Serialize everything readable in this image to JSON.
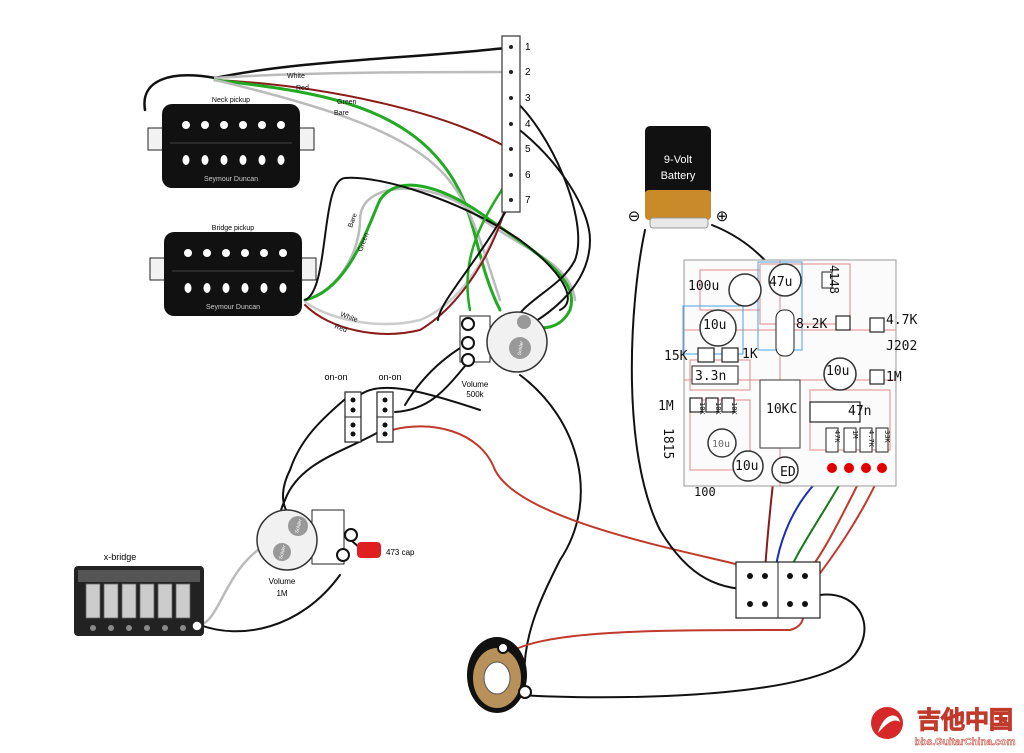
{
  "pickups": {
    "neck_label": "Neck pickup",
    "bridge_label": "Bridge pickup",
    "brand": "Seymour Duncan"
  },
  "wire_labels": {
    "neck": [
      "White",
      "Red",
      "Green",
      "Bare"
    ],
    "bridge": [
      "Bare",
      "Green",
      "White",
      "Red"
    ]
  },
  "terminal_strip": [
    "1",
    "2",
    "3",
    "4",
    "5",
    "6",
    "7"
  ],
  "battery": {
    "line1": "9-Volt",
    "line2": "Battery",
    "minus": "⊖",
    "plus": "⊕"
  },
  "switches": {
    "left": "on-on",
    "right": "on-on"
  },
  "volume_top": {
    "label": "Volume",
    "value": "500k",
    "solder": "Solder"
  },
  "volume_bottom": {
    "label": "Volume",
    "value": "1M",
    "solder": "Solder"
  },
  "cap": "473 cap",
  "bridge_label": "x-bridge",
  "pcb": {
    "c_100u": "100u",
    "c_47u": "47u",
    "d_4148": "4148",
    "c_10u_a": "10u",
    "r_8_2k": "8.2K",
    "r_4_7k": "4.7K",
    "j202": "J202",
    "r_15k": "15K",
    "r_1k": "1K",
    "c_3_3n": "3.3n",
    "c_10u_b": "10u",
    "r_1m_right": "1M",
    "r_1m_left": "1M",
    "pot_10kc": "10KC",
    "c_47n": "47n",
    "t_1815": "1815",
    "c_10u_c": "10u",
    "c_10u_d": "10u",
    "ed": "ED",
    "r_100": "100",
    "small_10k": [
      "10K",
      "10K",
      "10K"
    ],
    "trim": [
      "47K",
      "1M",
      "4.7K",
      "33K"
    ]
  },
  "watermark": {
    "cn": "吉他中国",
    "url": "bbs.GuitarChina.com"
  },
  "colors": {
    "wire_black": "#111111",
    "wire_red": "#c0392b",
    "wire_green": "#22aa22",
    "wire_grey": "#bbbbbb",
    "wire_blue": "#1a2fb0",
    "wire_brown_red": "#8b1a1a",
    "battery_body": "#111111",
    "battery_cap": "#c98b2a",
    "cap_red": "#e02020",
    "pad_red": "#e00000"
  }
}
